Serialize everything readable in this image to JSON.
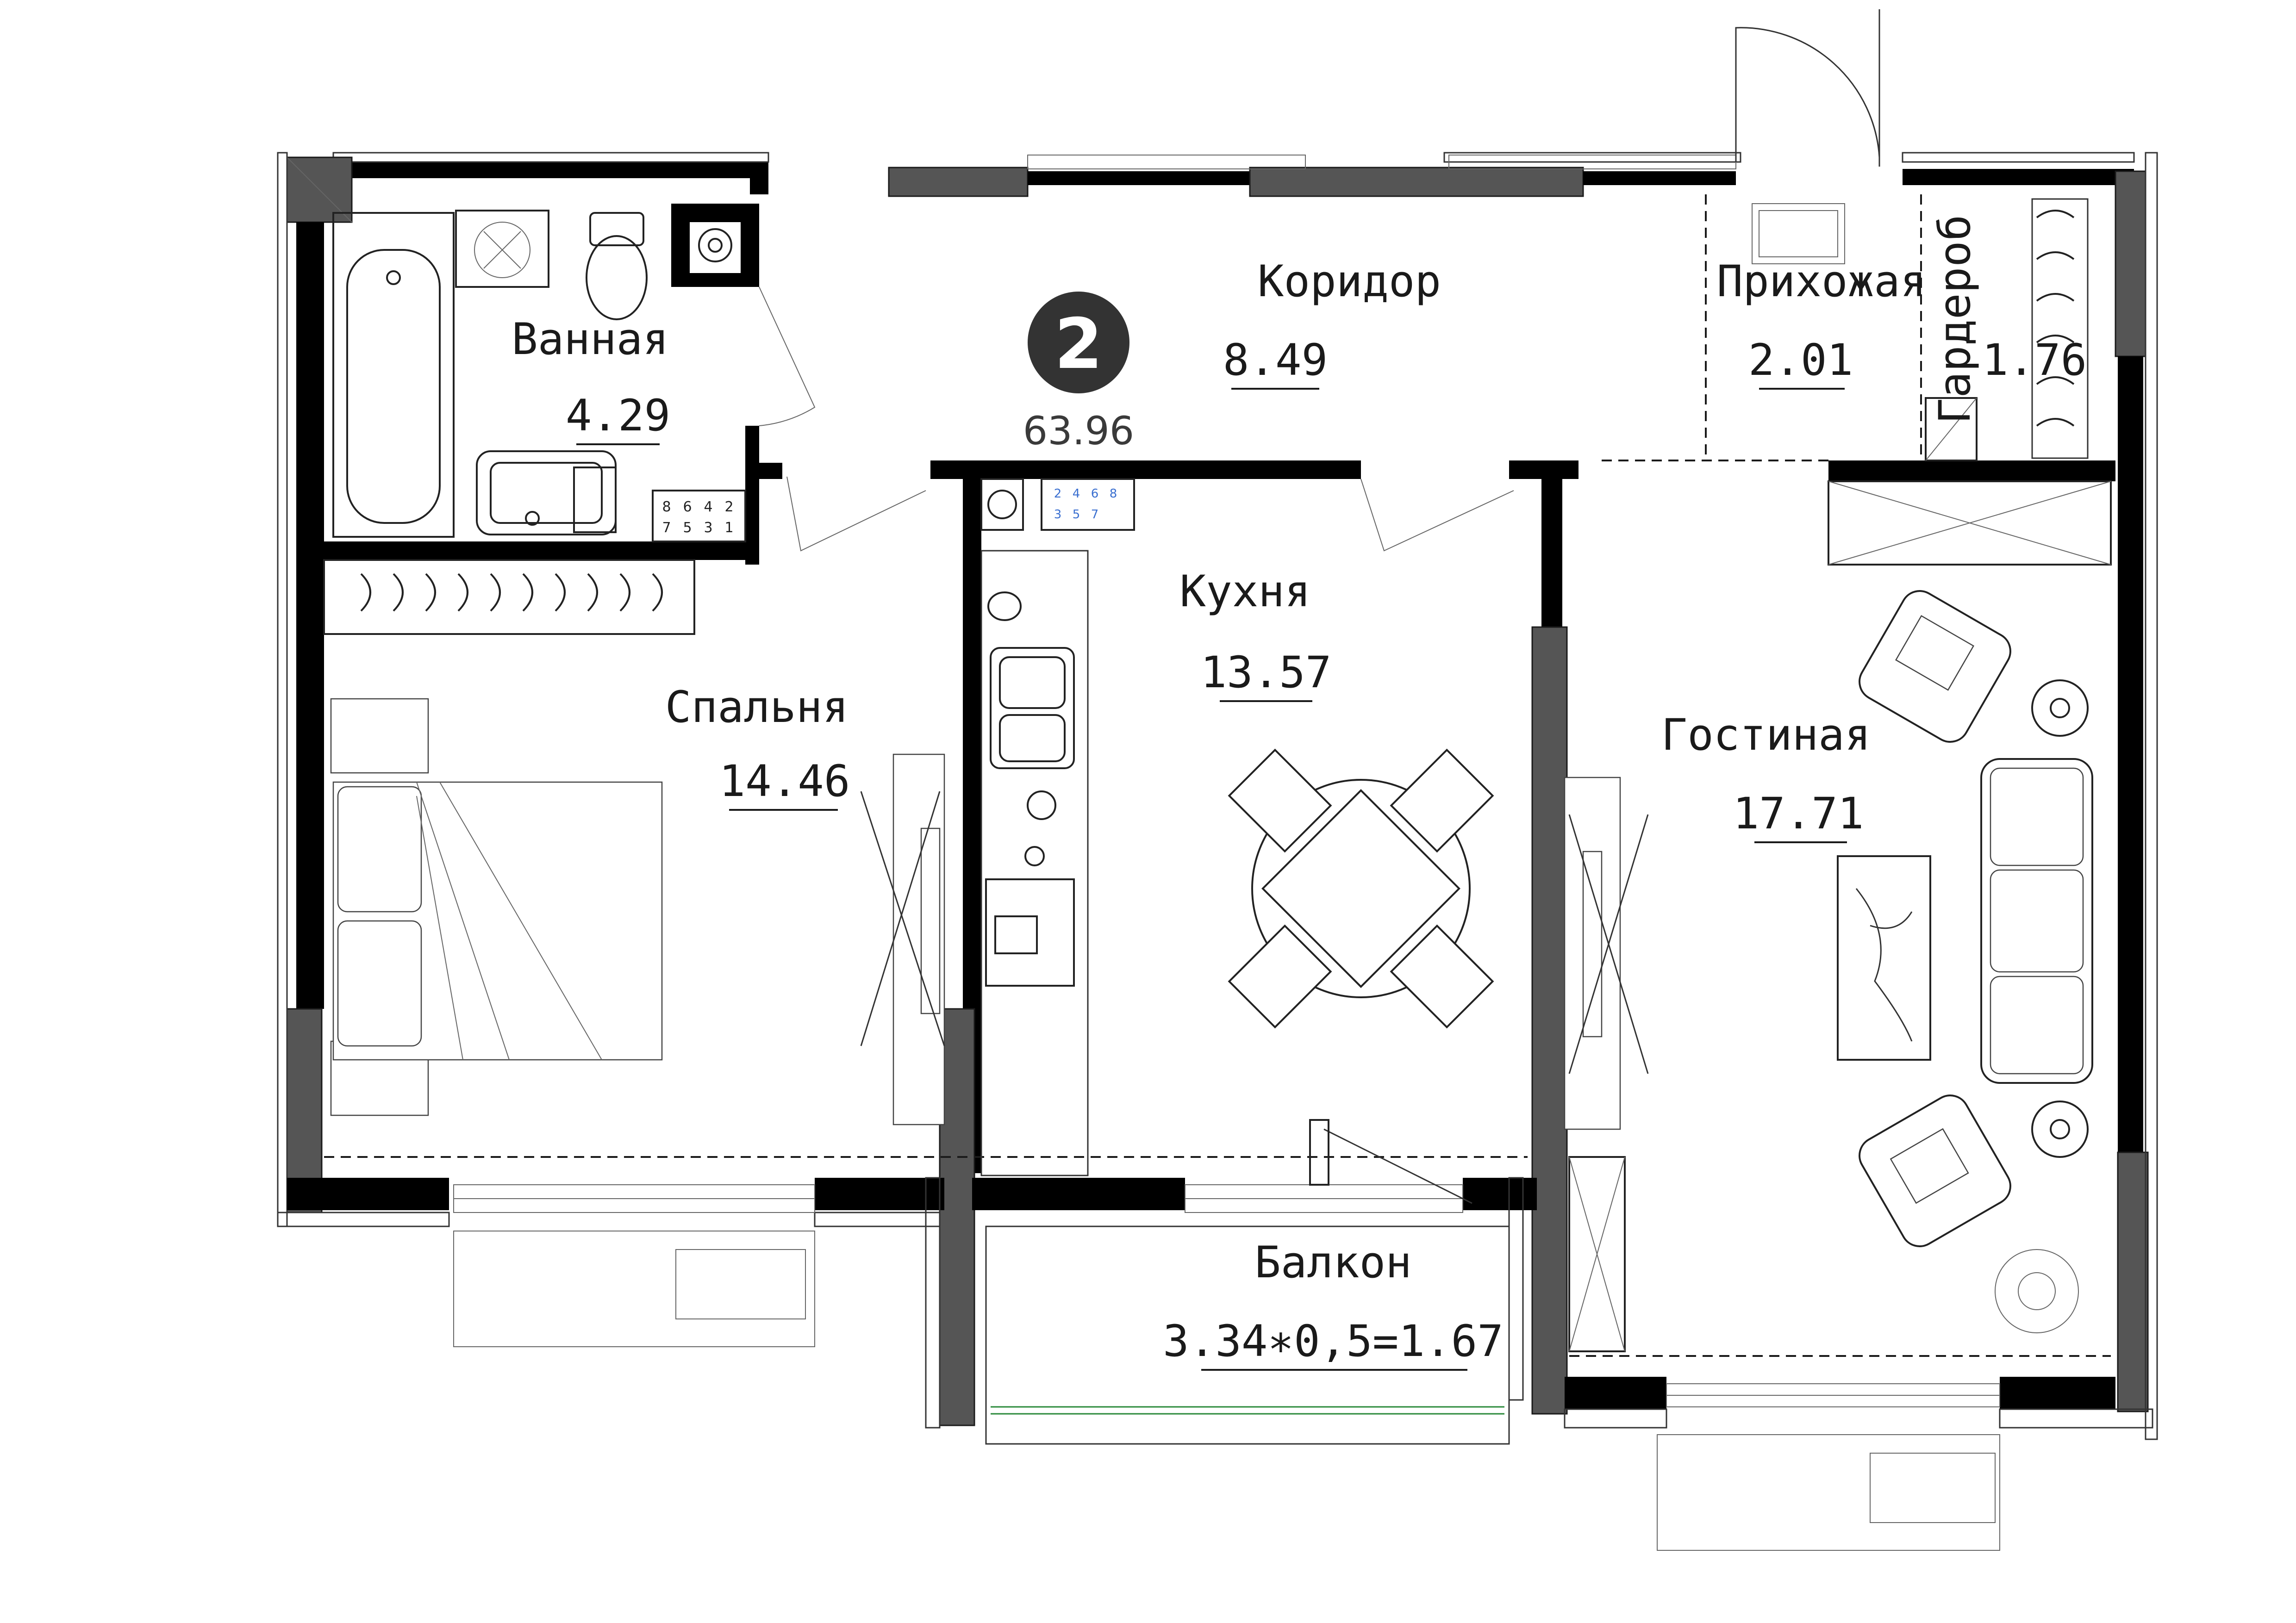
{
  "apartment": {
    "rooms_count": "2",
    "total_area": "63.96"
  },
  "rooms": {
    "bathroom": {
      "name": "Ванная",
      "area": "4.29"
    },
    "corridor": {
      "name": "Коридор",
      "area": "8.49"
    },
    "hallway": {
      "name": "Прихожая",
      "area": "2.01"
    },
    "wardrobe": {
      "name": "Гардероб",
      "area": "1.76"
    },
    "kitchen": {
      "name": "Кухня",
      "area": "13.57"
    },
    "bedroom": {
      "name": "Спальня",
      "area": "14.46"
    },
    "living": {
      "name": "Гостиная",
      "area": "17.71"
    },
    "balcony": {
      "name": "Балкон",
      "area": "3.34∗0,5=1.67"
    }
  },
  "meters": {
    "row1": [
      "8",
      "6",
      "4",
      "2"
    ],
    "row2": [
      "7",
      "5",
      "3",
      "1"
    ]
  },
  "stove_burners": {
    "row1": [
      "2",
      "4",
      "6",
      "8"
    ],
    "row2": [
      "3",
      "5",
      "7"
    ]
  },
  "colors": {
    "wall": "#000000",
    "column": "#555555",
    "line": "#1a1a1a",
    "badge": "#333333",
    "stove_blue": "#3a6fd0"
  },
  "icons": [
    "door-swing-icon",
    "bathtub-icon",
    "toilet-icon",
    "sink-icon",
    "washer-icon",
    "bed-icon",
    "dining-table-icon",
    "sofa-icon",
    "armchair-icon",
    "plant-icon",
    "hanger-icon",
    "stove-icon"
  ]
}
